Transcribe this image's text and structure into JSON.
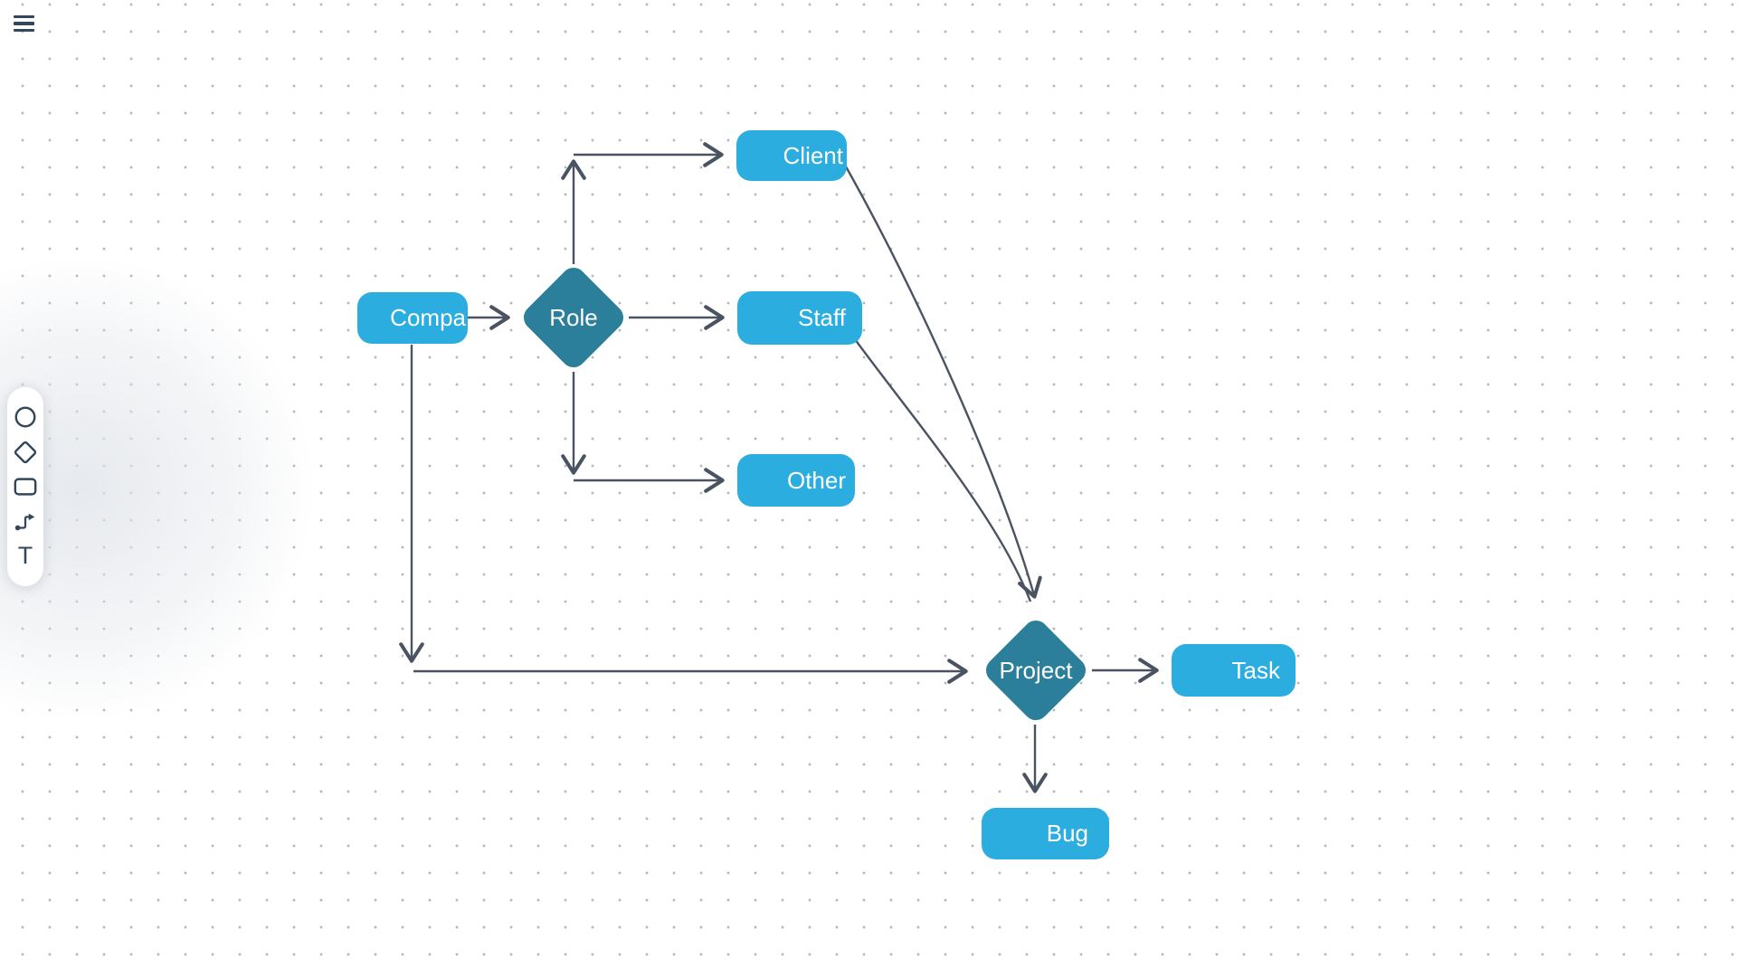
{
  "app": {
    "menu_icon": "hamburger-menu-icon",
    "canvas_type": "dot-grid flowchart editor"
  },
  "colors": {
    "node_primary": "#2bade0",
    "node_decision": "#2b7f9b",
    "edge": "#4a5362",
    "icon": "#33475b",
    "grid_dot": "#b3b6bc",
    "node_text": "#ffffff",
    "toolbar_bg": "#ffffff"
  },
  "toolbar": {
    "tools": [
      {
        "name": "circle-tool"
      },
      {
        "name": "diamond-tool"
      },
      {
        "name": "rectangle-tool"
      },
      {
        "name": "connector-tool"
      },
      {
        "name": "text-tool",
        "label": "T"
      }
    ]
  },
  "diagram": {
    "nodes": {
      "company": {
        "label": "Compa",
        "shape": "rect"
      },
      "role": {
        "label": "Role",
        "shape": "diamond"
      },
      "client": {
        "label": "Client",
        "shape": "rect"
      },
      "staff": {
        "label": "Staff",
        "shape": "rect"
      },
      "other": {
        "label": "Other",
        "shape": "rect"
      },
      "project": {
        "label": "Project",
        "shape": "diamond"
      },
      "task": {
        "label": "Task",
        "shape": "rect"
      },
      "bug": {
        "label": "Bug",
        "shape": "rect"
      }
    },
    "edges": [
      {
        "from": "company",
        "to": "role"
      },
      {
        "from": "role",
        "to": "client"
      },
      {
        "from": "role",
        "to": "staff"
      },
      {
        "from": "role",
        "to": "other"
      },
      {
        "from": "company",
        "to": "project"
      },
      {
        "from": "client",
        "to": "project"
      },
      {
        "from": "staff",
        "to": "project"
      },
      {
        "from": "project",
        "to": "task"
      },
      {
        "from": "project",
        "to": "bug"
      }
    ]
  }
}
